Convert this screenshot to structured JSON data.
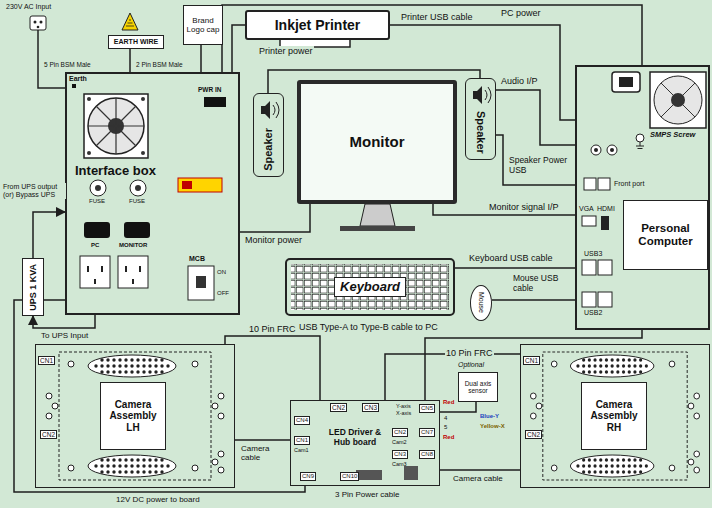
{
  "diagram": {
    "nodes": [
      {
        "text": [
          "Brand Logo cap"
        ]
      },
      {
        "text": [
          "EARTH WIRE"
        ]
      },
      {
        "text": [
          "Interface box"
        ]
      },
      {
        "text": [
          "UPS 1 KVA"
        ]
      },
      {
        "text": [
          "Inkjet Printer"
        ]
      },
      {
        "text": [
          "Speaker"
        ]
      },
      {
        "text": [
          "Monitor"
        ]
      },
      {
        "text": [
          "Speaker"
        ]
      },
      {
        "text": [
          "Personal Computer"
        ]
      },
      {
        "text": [
          "Keyboard"
        ]
      },
      {
        "text": [
          "Mouse"
        ]
      },
      {
        "text": [
          "Camera Assembly LH"
        ]
      },
      {
        "text": [
          "LED Driver & Hub board"
        ]
      },
      {
        "text": [
          "Dual axis sensor"
        ]
      },
      {
        "text": [
          "Camera Assembly RH"
        ]
      }
    ],
    "edges": [
      {
        "from": 4,
        "to": 2,
        "label": "Printer power",
        "arrow": "none"
      },
      {
        "from": 4,
        "to": 8,
        "label": "Printer USB cable",
        "arrow": "none"
      },
      {
        "from": 2,
        "to": 8,
        "label": "PC power",
        "arrow": "none"
      },
      {
        "from": 6,
        "to": 2,
        "label": "Monitor power",
        "arrow": "none"
      },
      {
        "from": 6,
        "to": 8,
        "label": "Monitor signal I/P",
        "arrow": "none"
      },
      {
        "from": 5,
        "to": 7,
        "arrow": "none"
      },
      {
        "from": 7,
        "to": 8,
        "label": "Audio I/P",
        "arrow": "none"
      },
      {
        "from": 7,
        "to": 8,
        "label": "Speaker Power USB",
        "arrow": "none"
      },
      {
        "from": 9,
        "to": 8,
        "label": "Keyboard USB cable",
        "arrow": "none"
      },
      {
        "from": 10,
        "to": 8,
        "label": "Mouse USB cable",
        "arrow": "none"
      },
      {
        "from": 3,
        "to": 2,
        "label": "From UPS output (or) Bypass UPS",
        "arrow": "to"
      },
      {
        "from": 2,
        "to": 3,
        "label": "To UPS Input",
        "arrow": "to"
      },
      {
        "from": 12,
        "to": 8,
        "label": "USB Type-A to Type-B cable to PC",
        "arrow": "none"
      },
      {
        "from": 11,
        "to": 12,
        "label": "10 Pin FRC",
        "arrow": "none"
      },
      {
        "from": 12,
        "to": 11,
        "label": "Camera cable",
        "arrow": "none"
      },
      {
        "from": 12,
        "to": 14,
        "label": "10 Pin FRC",
        "arrow": "none"
      },
      {
        "from": 12,
        "to": 14,
        "label": "Camera cable",
        "arrow": "none"
      },
      {
        "from": 12,
        "to": 13,
        "arrow": "none"
      },
      {
        "from": 2,
        "to": 12,
        "label": "12V DC power to board",
        "arrow": "none"
      },
      {
        "from": 0,
        "to": 2,
        "arrow": "none"
      },
      {
        "from": 1,
        "to": 2,
        "arrow": "none"
      }
    ],
    "labels": [
      "230V AC Input",
      "5 Pin BSM Male",
      "2 Pin BSM Male",
      "Earth",
      "PWR IN",
      "FUSE",
      "FUSE",
      "PC",
      "MONITOR",
      "MCB",
      "ON",
      "OFF",
      "SMPS Screw",
      "Front port",
      "VGA",
      "HDMI",
      "USB3",
      "USB2",
      "CN1",
      "CN2",
      "CN2",
      "CN3",
      "Y-axis",
      "X-axis",
      "CN5",
      "CN4",
      "CN1",
      "Cam1",
      "CN2",
      "Cam2",
      "CN3",
      "Cam3",
      "CN7",
      "CN8",
      "CN9",
      "CN10",
      "Optional",
      "Red",
      "4",
      "5",
      "Red",
      "Blue-Y",
      "Yellow-X",
      "CN1",
      "CN2",
      "3 Pin Power cable"
    ]
  }
}
